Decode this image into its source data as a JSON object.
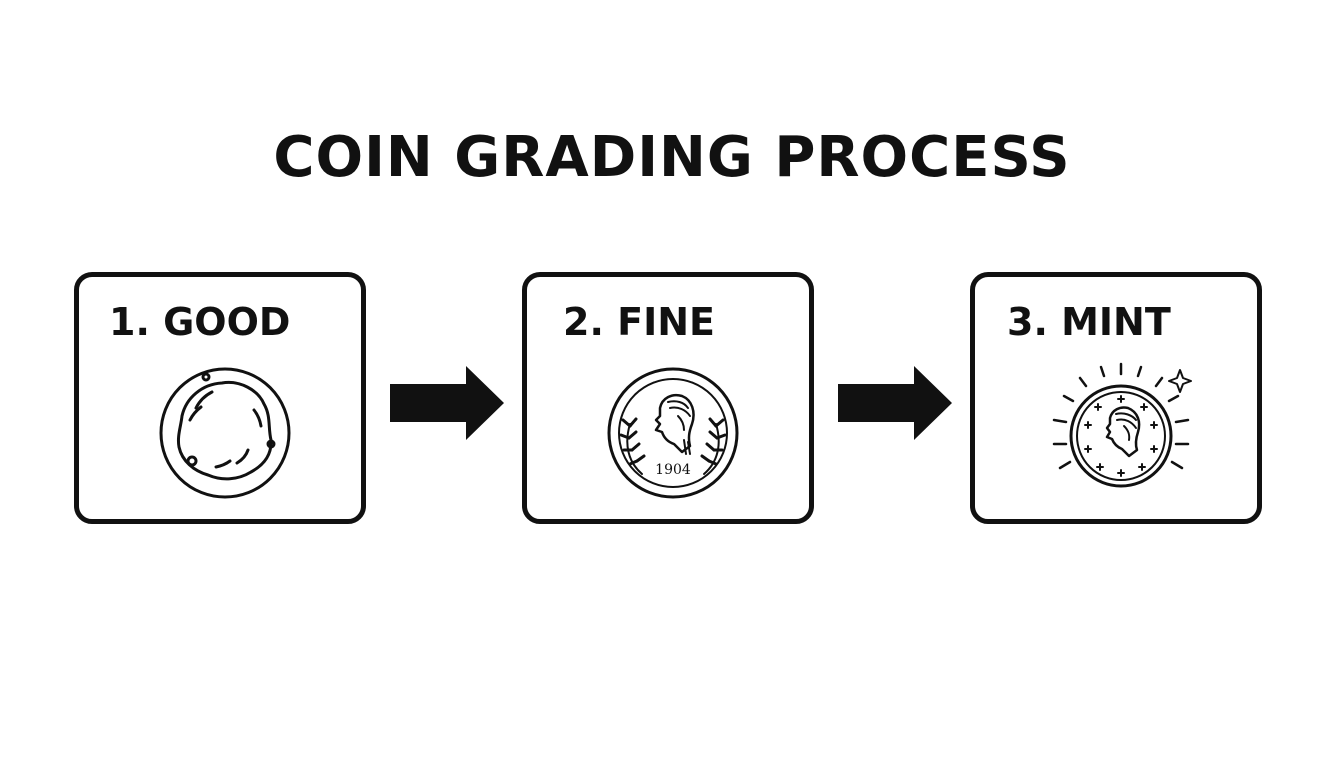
{
  "title": "COIN GRADING PROCESS",
  "stages": [
    {
      "label": "1. GOOD",
      "icon": "worn-coin-icon"
    },
    {
      "label": "2. FINE",
      "icon": "portrait-coin-icon",
      "coin_year": "1904"
    },
    {
      "label": "3. MINT",
      "icon": "shiny-coin-icon"
    }
  ],
  "colors": {
    "ink": "#111111",
    "background": "#ffffff"
  }
}
